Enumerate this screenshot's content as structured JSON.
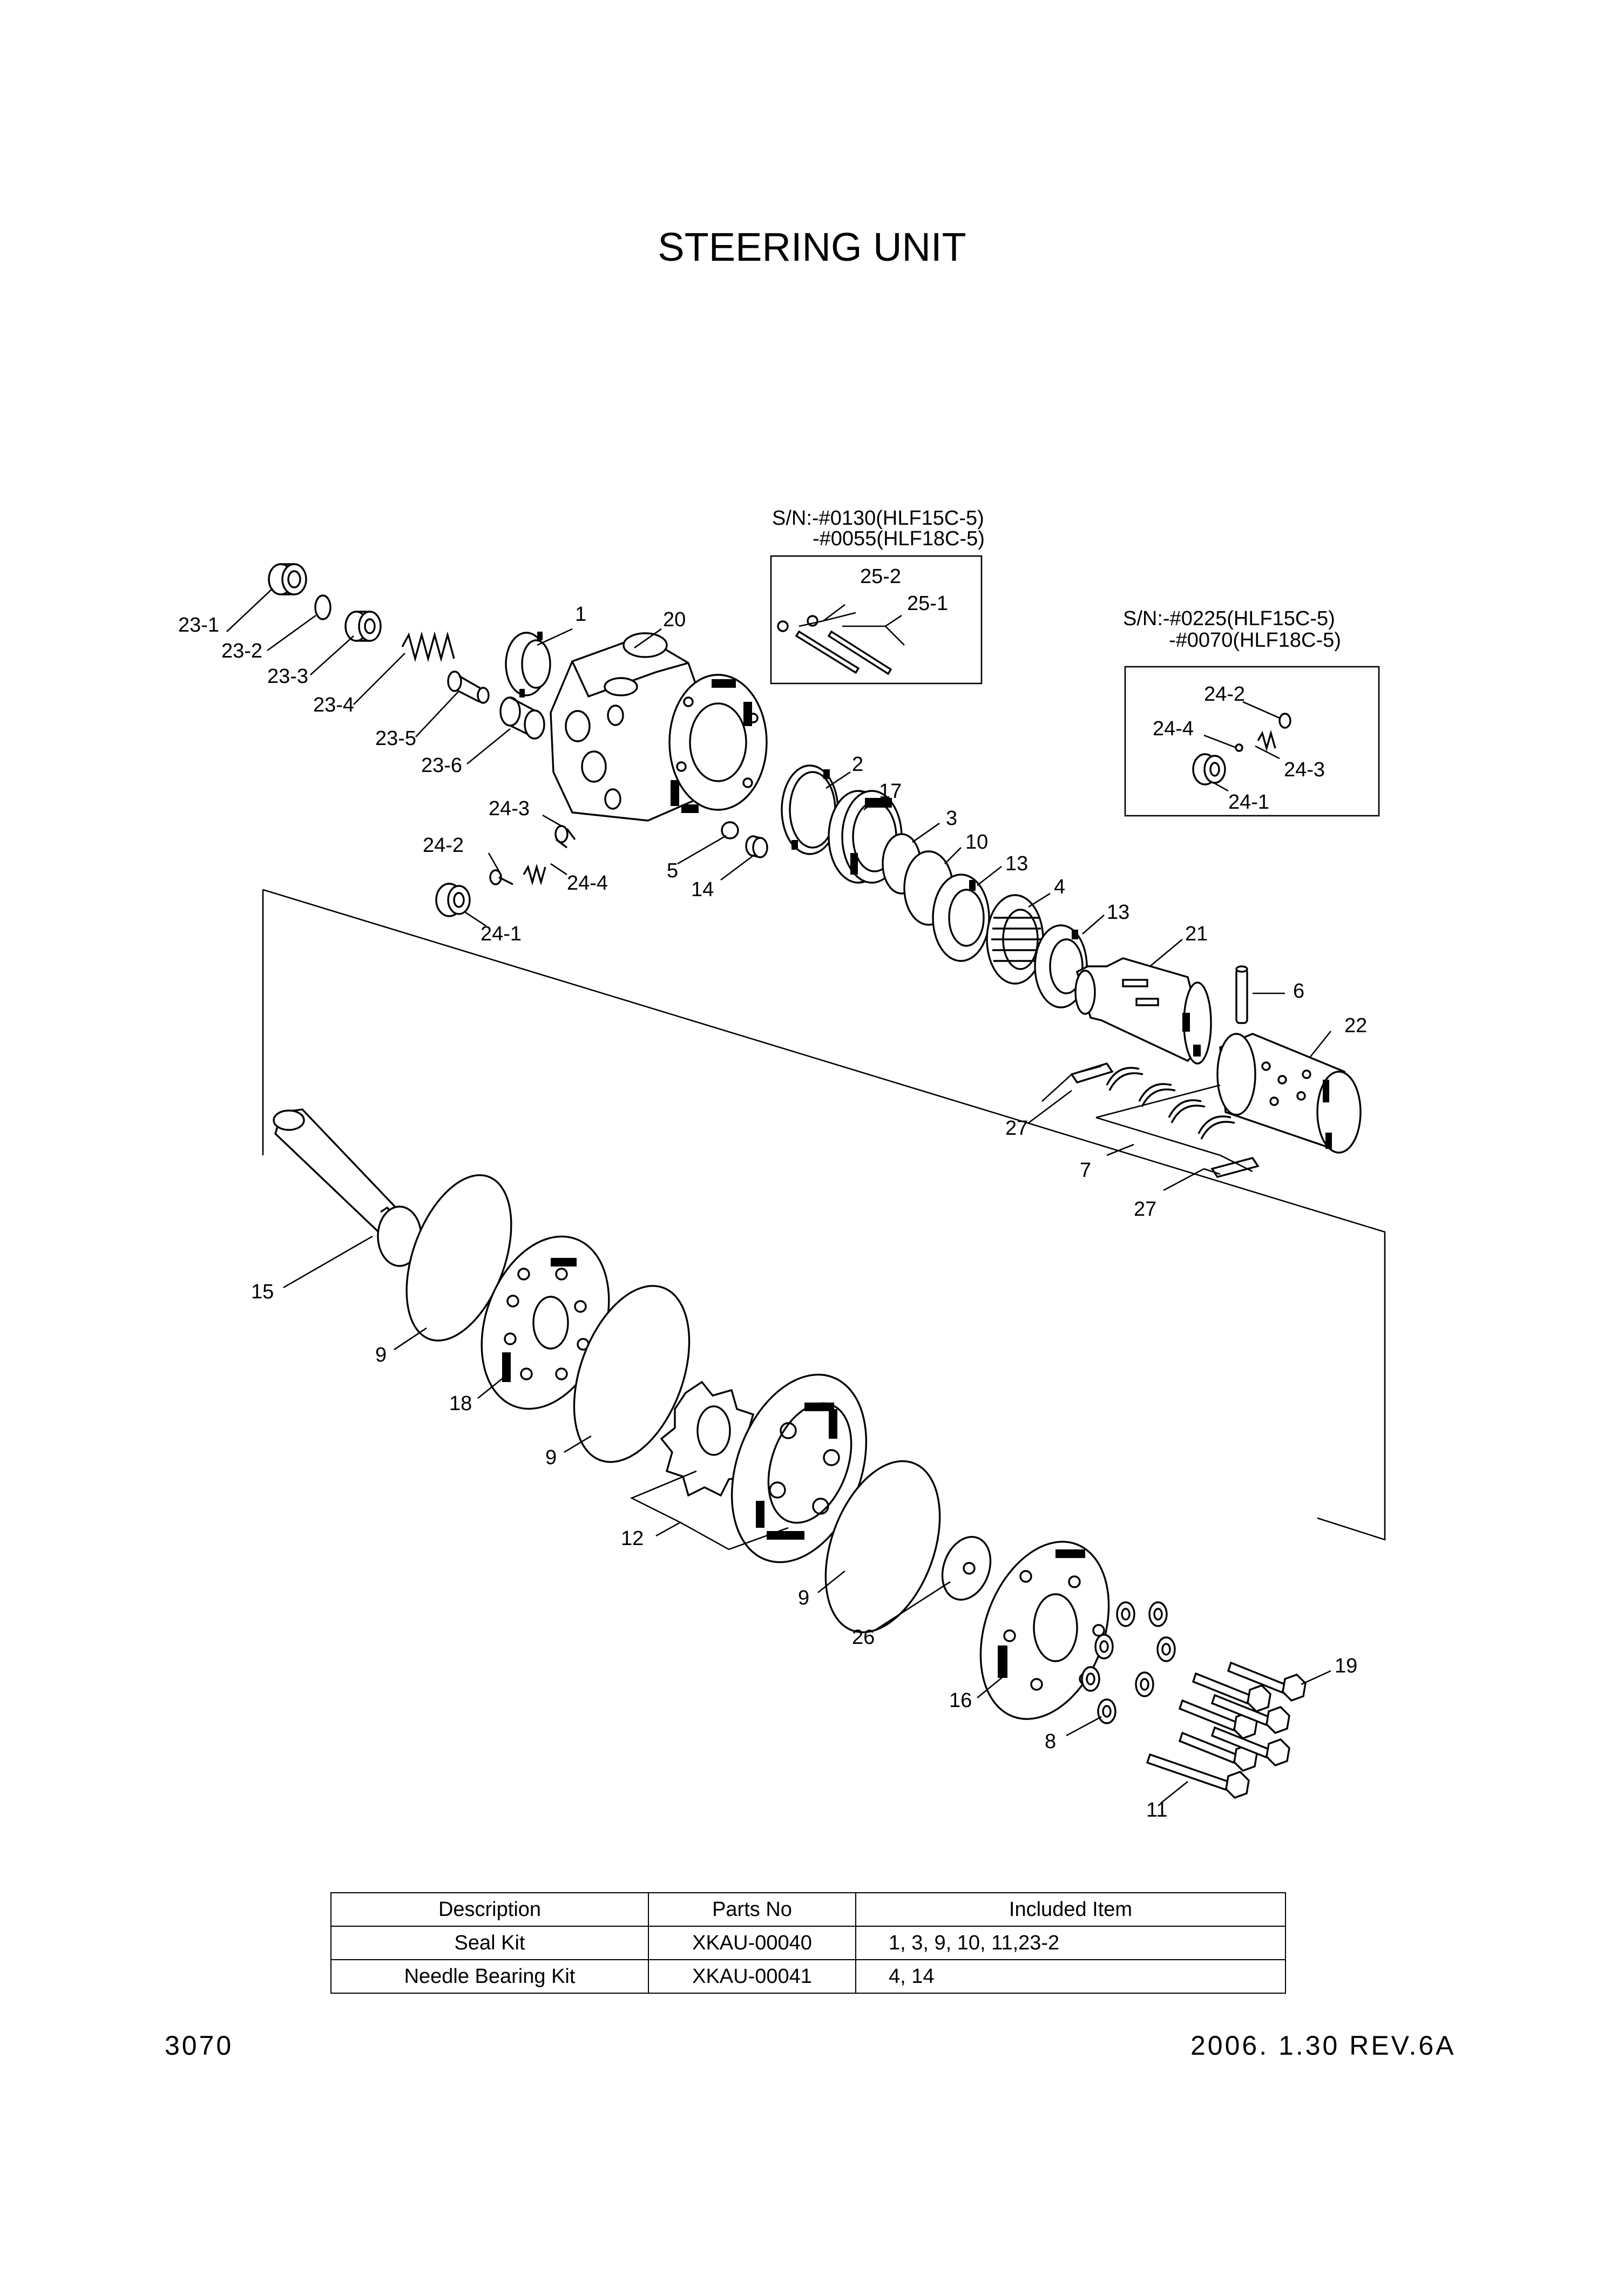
{
  "title": "STEERING UNIT",
  "serial_notes": {
    "pin_kit": [
      "S/N:-#0130(HLF15C-5)",
      "-#0055(HLF18C-5)"
    ],
    "valve_kit": [
      "S/N:-#0225(HLF15C-5)",
      "-#0070(HLF18C-5)"
    ]
  },
  "callouts": {
    "c1": "1",
    "c2": "2",
    "c3": "3",
    "c4": "4",
    "c5": "5",
    "c6": "6",
    "c7": "7",
    "c8": "8",
    "c9a": "9",
    "c9b": "9",
    "c9c": "9",
    "c10": "10",
    "c11": "11",
    "c12": "12",
    "c13a": "13",
    "c13b": "13",
    "c14": "14",
    "c15": "15",
    "c16": "16",
    "c17": "17",
    "c18": "18",
    "c19": "19",
    "c20": "20",
    "c21": "21",
    "c22": "22",
    "c23_1": "23-1",
    "c23_2": "23-2",
    "c23_3": "23-3",
    "c23_4": "23-4",
    "c23_5": "23-5",
    "c23_6": "23-6",
    "c24_1": "24-1",
    "c24_2": "24-2",
    "c24_3": "24-3",
    "c24_4": "24-4",
    "c24_1b": "24-1",
    "c24_2b": "24-2",
    "c24_3b": "24-3",
    "c24_4b": "24-4",
    "c25_1": "25-1",
    "c25_2": "25-2",
    "c26": "26",
    "c27a": "27",
    "c27b": "27"
  },
  "kit_table": {
    "headers": [
      "Description",
      "Parts No",
      "Included Item"
    ],
    "rows": [
      [
        "Seal Kit",
        "XKAU-00040",
        "1, 3, 9, 10, 11,23-2"
      ],
      [
        "Needle Bearing Kit",
        "XKAU-00041",
        "4, 14"
      ]
    ]
  },
  "footer": {
    "page_number": "3070",
    "revision": "2006. 1.30  REV.6A"
  }
}
